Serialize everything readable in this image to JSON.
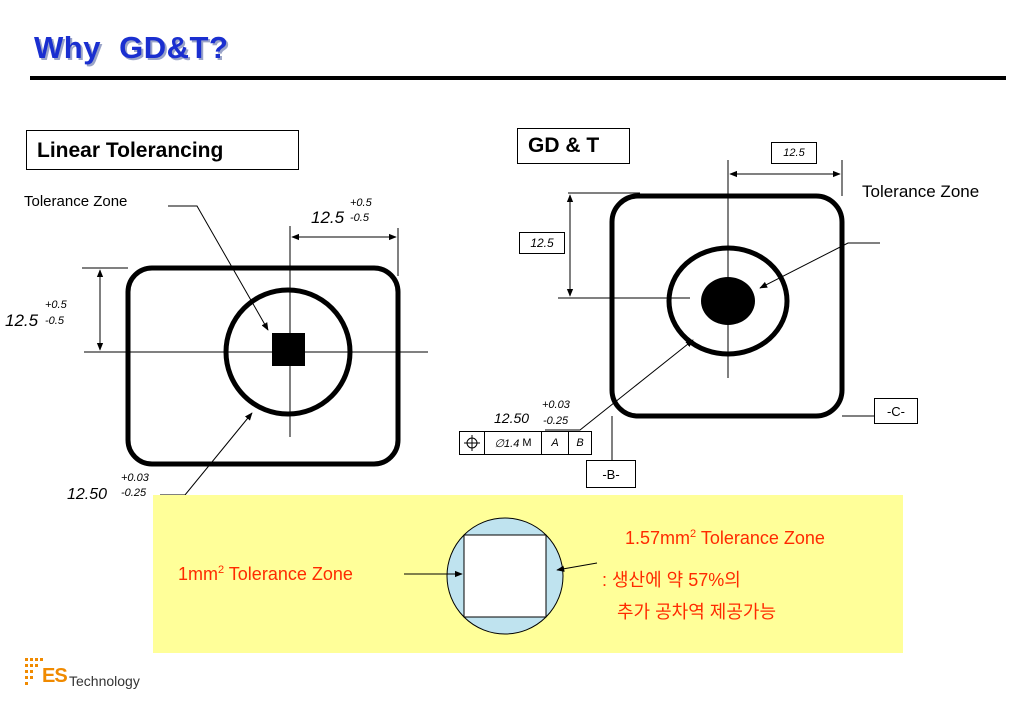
{
  "title": "Why  GD&T?",
  "linear": {
    "heading": "Linear Tolerancing",
    "zone_label": "Tolerance Zone",
    "dim_top_value": "12.5",
    "dim_top_plus": "+0.5",
    "dim_top_minus": "-0.5",
    "dim_left_value": "12.5",
    "dim_left_plus": "+0.5",
    "dim_left_minus": "-0.5",
    "hole_value": "12.50",
    "hole_plus": "+0.03",
    "hole_minus": "-0.25"
  },
  "gdt": {
    "heading": "GD & T",
    "basic_top": "12.5",
    "basic_left": "12.5",
    "zone_label": "Tolerance Zone",
    "hole_value": "12.50",
    "hole_plus": "+0.03",
    "hole_minus": "-0.25",
    "fcf": {
      "tolerance": "∅1.4",
      "modifier": "M",
      "datum1": "A",
      "datum2": "B"
    },
    "datum_b": "-B-",
    "datum_c": "-C-"
  },
  "comparison": {
    "left_label": "1mm",
    "left_sup": "2",
    "left_suffix": " Tolerance Zone",
    "right_label": "1.57mm",
    "right_sup": "2",
    "right_suffix": " Tolerance Zone",
    "note_line1": ": 생산에 약 57%의",
    "note_line2": "추가 공차역 제공가능",
    "colors": {
      "text": "#ff2a00",
      "circle_fill": "#bfe3ef",
      "panel": "#ffff99"
    }
  },
  "logo": {
    "brand": "ES",
    "suffix": "Technology"
  }
}
